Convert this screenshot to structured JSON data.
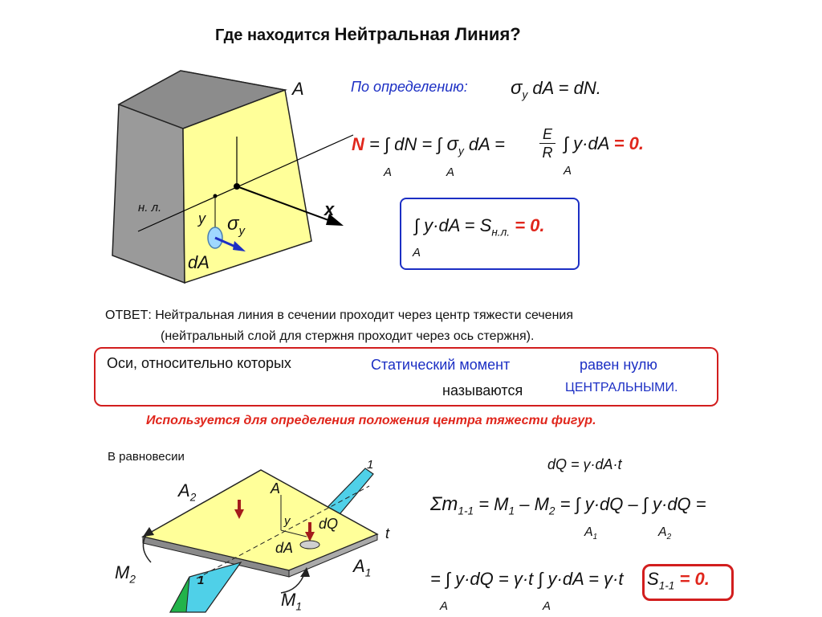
{
  "title": {
    "prefix": "Где находится",
    "main": "Нейтральная Линия?"
  },
  "diagram_top": {
    "label_A": "A",
    "label_nl": "н. л.",
    "label_y": "y",
    "label_x": "x",
    "label_sigma": "σ",
    "label_sigma_sub": "y",
    "label_dA": "dA"
  },
  "formulas": {
    "definition_label": "По определению:",
    "definition_eq": "σ",
    "definition_sub": "y",
    "definition_rest": "dA = dN.",
    "n_bold": "N",
    "n_eq1": "= ∫ dN = ∫",
    "n_sigma": "σ",
    "n_sigma_sub": "y",
    "n_eq2": "dA =",
    "frac_num": "E",
    "frac_den": "R",
    "n_eq3": "∫ y·dA",
    "n_zero": "= 0.",
    "int_lower_A": "A",
    "box_eq": "∫ y·dA = S",
    "box_sub": "н.л.",
    "box_zero": "= 0."
  },
  "answer": {
    "line1": "ОТВЕТ: Нейтральная линия в сечении  проходит через центр тяжести сечения",
    "line2": "(нейтральный слой для стержня  проходит через ось стержня)."
  },
  "definition_box": {
    "part1": "Оси, относительно которых",
    "part2": "Статический момент",
    "part3": "равен нулю",
    "part4": "называются",
    "part5": "ЦЕНТРАЛЬНЫМИ."
  },
  "usage": "Используется для определения положения центра тяжести фигур.",
  "bottom": {
    "equilibrium": "В равновесии",
    "label_A2": "A",
    "label_A2_sub": "2",
    "label_A": "A",
    "label_1_top": "1",
    "label_y": "y",
    "label_dQ": "dQ",
    "label_dA": "dA",
    "label_t": "t",
    "label_M2": "M",
    "label_M2_sub": "2",
    "label_A1": "A",
    "label_A1_sub": "1",
    "label_1_bottom": "1",
    "label_M1": "M",
    "label_M1_sub": "1",
    "dq_eq": "dQ = γ·dA·t",
    "sum_m": "Σm",
    "sum_sub": "1-1",
    "sum_eq": "= M",
    "sum_eq_sub1": "1",
    "sum_minus": "– M",
    "sum_eq_sub2": "2",
    "sum_int1": "= ∫ y·dQ –",
    "sum_int2": "∫ y·dQ =",
    "lower_A1": "A",
    "lower_A1_sub": "1",
    "lower_A2": "A",
    "lower_A2_sub": "2",
    "last_eq": "= ∫ y·dQ = γ·t ∫ y·dA = γ·t",
    "last_S": "S",
    "last_S_sub": "1-1",
    "last_zero": "= 0."
  }
}
